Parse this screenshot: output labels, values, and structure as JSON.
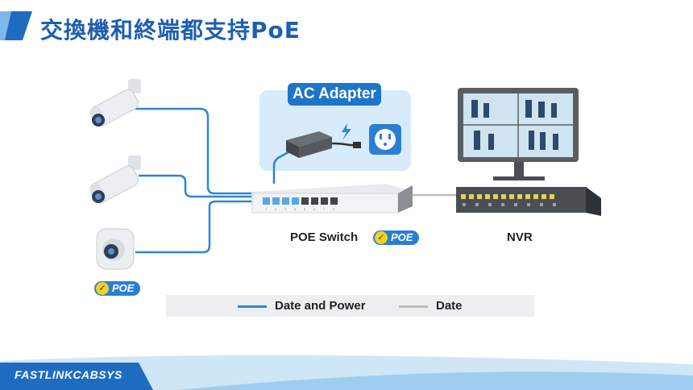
{
  "title": "交換機和終端都支持PoE",
  "ac_adapter_label": "AC Adapter",
  "poe_switch_label": "POE Switch",
  "nvr_label": "NVR",
  "poe_badge_text": "POE",
  "port_numbers": [
    "1",
    "2",
    "3",
    "4",
    "5",
    "6",
    "7",
    "8"
  ],
  "legend": {
    "data_power_label": "Date and Power",
    "data_label": "Date"
  },
  "brand": "FASTLINKCABSYS",
  "colors": {
    "title_blue": "#1d5fb0",
    "data_power_line": "#2a86d6",
    "data_line": "#b9bdb4",
    "badge_blue": "#2a7fd4",
    "check_yellow": "#f2d21c"
  }
}
